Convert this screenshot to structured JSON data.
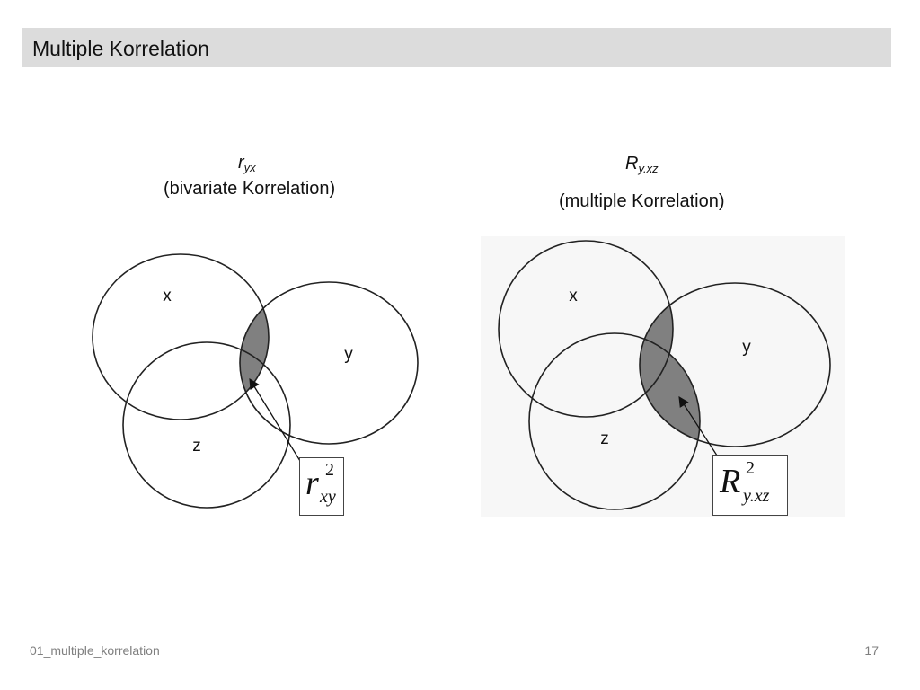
{
  "slide": {
    "title": "Multiple Korrelation",
    "footer_left": "01_multiple_korrelation",
    "page_number": "17"
  },
  "left_panel": {
    "symbol_base": "r",
    "symbol_sub": "yx",
    "caption": "(bivariate Korrelation)",
    "labels": {
      "x": "x",
      "y": "y",
      "z": "z"
    },
    "formula_base": "r",
    "formula_sup": "2",
    "formula_sub": "xy"
  },
  "right_panel": {
    "symbol_base": "R",
    "symbol_sub": "y.xz",
    "caption": "(multiple Korrelation)",
    "labels": {
      "x": "x",
      "y": "y",
      "z": "z"
    },
    "formula_base": "R",
    "formula_sup": "2",
    "formula_sub": "y.xz"
  },
  "colors": {
    "title_bar": "#dcdcdc",
    "shade": "#808080",
    "outline": "#222222",
    "footer_text": "#7f7f7f"
  }
}
